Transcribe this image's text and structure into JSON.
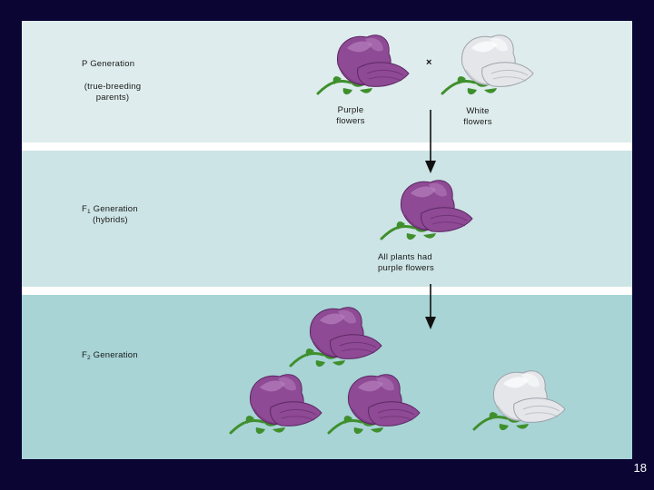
{
  "generations": {
    "p": {
      "title": "P Generation",
      "subtitle_line1": "(true-breeding",
      "subtitle_line2": "parents)",
      "cross_symbol": "×",
      "left_label_line1": "Purple",
      "left_label_line2": "flowers",
      "right_label_line1": "White",
      "right_label_line2": "flowers"
    },
    "f1": {
      "title_prefix": "F",
      "title_sub": "1",
      "title_suffix": " Generation",
      "subtitle": "(hybrids)",
      "result_line1": "All plants had",
      "result_line2": "purple flowers"
    },
    "f2": {
      "title_prefix": "F",
      "title_sub": "2",
      "title_suffix": " Generation"
    }
  },
  "flower_colors": {
    "purple": "#8e4a94",
    "purple_light": "#b77fbd",
    "purple_dark": "#5c2763",
    "white": "#e4e6ea",
    "white_light": "#ffffff",
    "white_dark": "#9ea2aa",
    "stem": "#3f8f2c"
  },
  "page_number": "18"
}
